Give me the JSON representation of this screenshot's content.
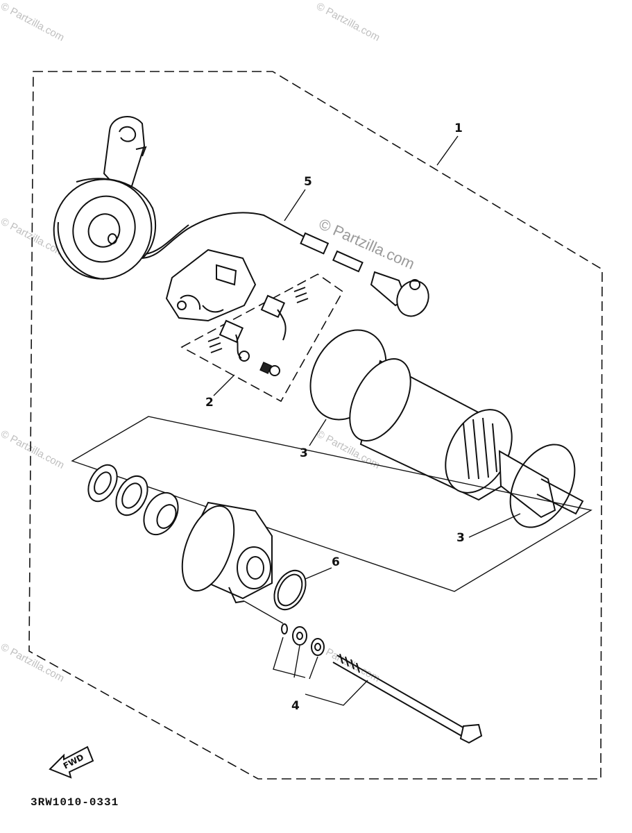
{
  "watermarks": {
    "small": "© Partzilla.com",
    "large": "© Partzilla.com"
  },
  "callouts": {
    "part1": "1",
    "part2": "2",
    "part3a": "3",
    "part3b": "3",
    "part4": "4",
    "part5": "5",
    "part6": "6"
  },
  "fwd_label": "FWD",
  "diagram_ref": "3RW1010-0331"
}
